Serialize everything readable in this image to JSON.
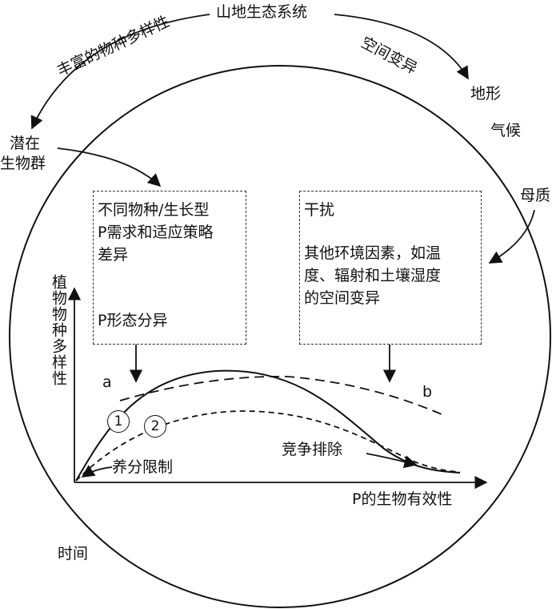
{
  "top_title": "山地生态系统",
  "left_arc_label": "丰富的物种多样性",
  "right_arc_label": "空间变异",
  "latent_line1": "潜在",
  "latent_line2": "生物群",
  "terrain": "地形",
  "climate": "气候",
  "parent_material": "母质",
  "left_box": {
    "line1": "不同物种/生长型",
    "line2": "P需求和适应策略",
    "line3": "差异",
    "line4": "P形态分异"
  },
  "right_box": {
    "line1": "干扰",
    "line2": "其他环境因素，如温",
    "line3": "度、辐射和土壤湿度",
    "line4": "的空间变异"
  },
  "y_axis_label": "植物物种多样性",
  "x_axis_label": "P的生物有效性",
  "curve_a_label": "a",
  "curve_b_label": "b",
  "marker_1": "1",
  "marker_2": "2",
  "nutrient_limit": "养分限制",
  "competitive_exclusion": "竞争排除",
  "time_label": "时间"
}
